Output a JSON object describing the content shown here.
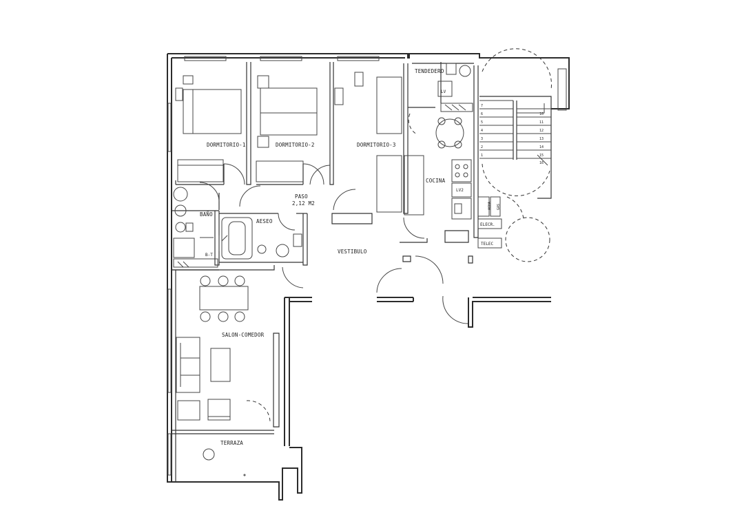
{
  "rooms": {
    "dormitorio1": "DORMITORIO-1",
    "dormitorio2": "DORMITORIO-2",
    "dormitorio3": "DORMITORIO-3",
    "tendedero": "TENDEDERO",
    "cocina": "COCINA",
    "paso": "PASO",
    "paso_area": "2,12 M2",
    "bano": "BAÑO",
    "aseo": "AESEO",
    "vestibulo": "VESTIBULO",
    "salon": "SALON-COMEDOR",
    "terraza": "TERRAZA"
  },
  "fixtures": {
    "lv": "LV",
    "lv2": "LV2",
    "agua": "AGUA",
    "gas": "GAS",
    "elecr": "ELECR.",
    "telec": "TELEC",
    "bt": "B-T"
  },
  "stairs": {
    "left_steps": [
      "7",
      "6",
      "5",
      "4",
      "3",
      "2",
      "1"
    ],
    "right_steps": [
      "10",
      "11",
      "12",
      "13",
      "14",
      "15",
      "16"
    ]
  },
  "colors": {
    "line": "#2b2b2b",
    "background": "#ffffff"
  }
}
